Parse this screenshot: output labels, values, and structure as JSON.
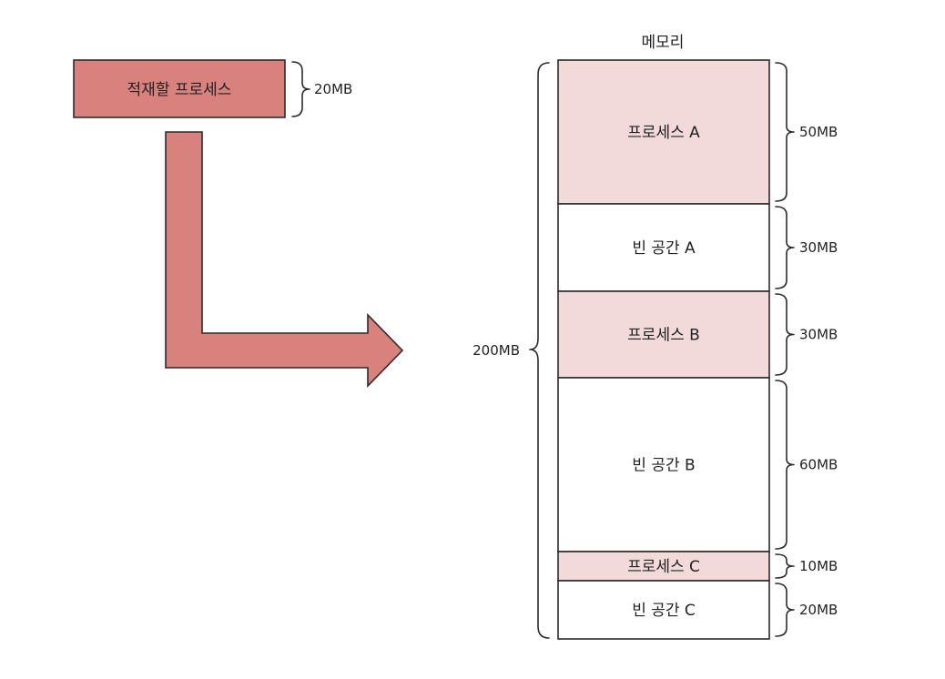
{
  "incoming_process": {
    "label": "적재할 프로세스",
    "size": "20MB",
    "color": "#d9827d"
  },
  "memory": {
    "title": "메모리",
    "total_size": "200MB",
    "process_color": "#f2dada",
    "free_color": "#ffffff",
    "blocks": [
      {
        "label": "프로세스 A",
        "size": "50MB",
        "kind": "process"
      },
      {
        "label": "빈 공간 A",
        "size": "30MB",
        "kind": "free"
      },
      {
        "label": "프로세스 B",
        "size": "30MB",
        "kind": "process"
      },
      {
        "label": "빈 공간 B",
        "size": "60MB",
        "kind": "free"
      },
      {
        "label": "프로세스 C",
        "size": "10MB",
        "kind": "process"
      },
      {
        "label": "빈 공간 C",
        "size": "20MB",
        "kind": "free"
      }
    ]
  },
  "arrow": {
    "color": "#d9827d"
  }
}
